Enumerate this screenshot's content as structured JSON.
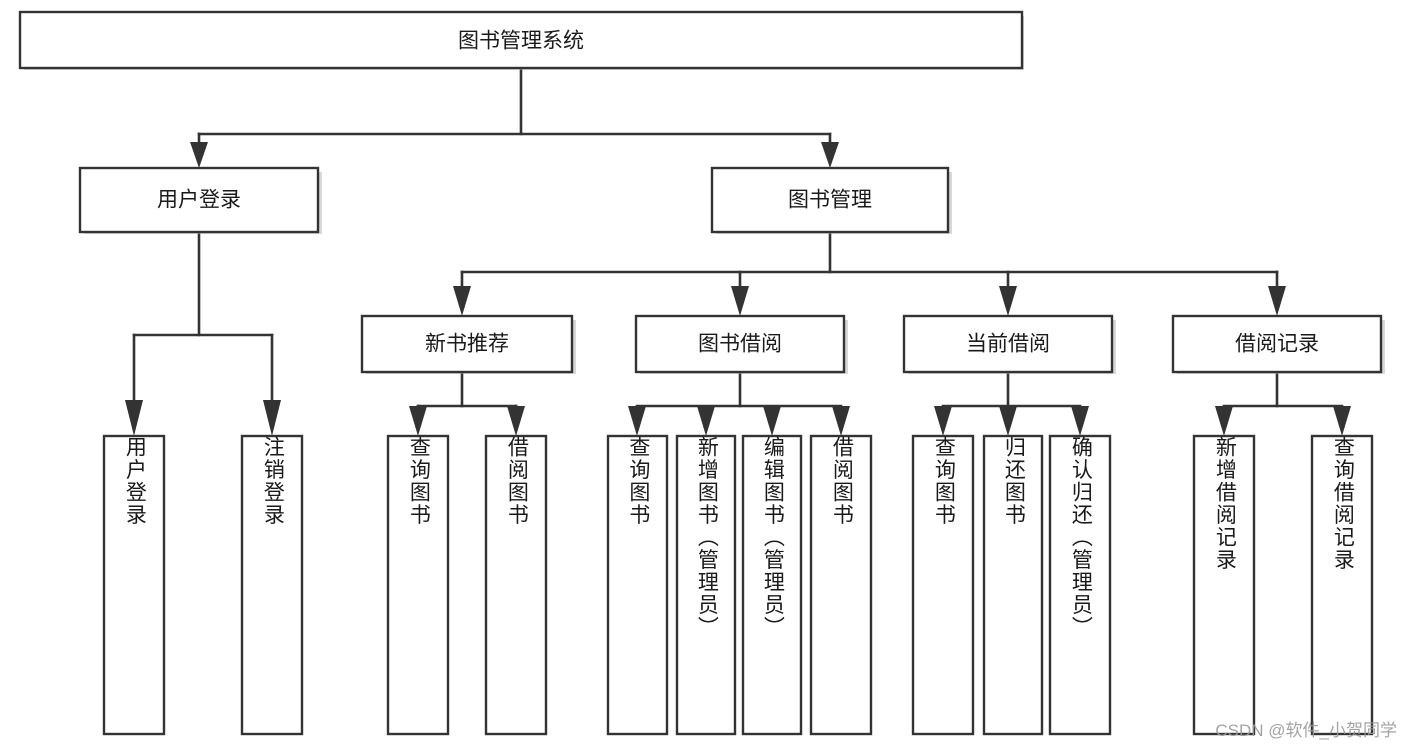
{
  "diagram": {
    "type": "tree",
    "title": "图书管理系统",
    "root": {
      "id": "root",
      "label": "图书管理系统",
      "orientation": "horizontal"
    },
    "level1": [
      {
        "id": "user-login",
        "label": "用户登录",
        "orientation": "horizontal"
      },
      {
        "id": "book-manage",
        "label": "图书管理",
        "orientation": "horizontal"
      }
    ],
    "level2": [
      {
        "id": "new-book-recommend",
        "label": "新书推荐",
        "orientation": "horizontal",
        "parent": "book-manage"
      },
      {
        "id": "book-borrow",
        "label": "图书借阅",
        "orientation": "horizontal",
        "parent": "book-manage"
      },
      {
        "id": "current-borrow",
        "label": "当前借阅",
        "orientation": "horizontal",
        "parent": "book-manage"
      },
      {
        "id": "borrow-record",
        "label": "借阅记录",
        "orientation": "horizontal",
        "parent": "book-manage"
      }
    ],
    "leaves": [
      {
        "id": "leaf-user-login",
        "label": "用户登录",
        "orientation": "vertical",
        "parent": "user-login"
      },
      {
        "id": "leaf-logout-login",
        "label": "注销登录",
        "orientation": "vertical",
        "parent": "user-login"
      },
      {
        "id": "leaf-query-book-1",
        "label": "查询图书",
        "orientation": "vertical",
        "parent": "new-book-recommend"
      },
      {
        "id": "leaf-borrow-book-1",
        "label": "借阅图书",
        "orientation": "vertical",
        "parent": "new-book-recommend"
      },
      {
        "id": "leaf-query-book-2",
        "label": "查询图书",
        "orientation": "vertical",
        "parent": "book-borrow"
      },
      {
        "id": "leaf-add-book",
        "label": "新增图书（管理员）",
        "orientation": "vertical",
        "parent": "book-borrow"
      },
      {
        "id": "leaf-edit-book",
        "label": "编辑图书（管理员）",
        "orientation": "vertical",
        "parent": "book-borrow"
      },
      {
        "id": "leaf-borrow-book-2",
        "label": "借阅图书",
        "orientation": "vertical",
        "parent": "book-borrow"
      },
      {
        "id": "leaf-query-book-3",
        "label": "查询图书",
        "orientation": "vertical",
        "parent": "current-borrow"
      },
      {
        "id": "leaf-return-book",
        "label": "归还图书",
        "orientation": "vertical",
        "parent": "current-borrow"
      },
      {
        "id": "leaf-confirm-return",
        "label": "确认归还（管理员）",
        "orientation": "vertical",
        "parent": "current-borrow"
      },
      {
        "id": "leaf-add-record",
        "label": "新增借阅记录",
        "orientation": "vertical",
        "parent": "borrow-record"
      },
      {
        "id": "leaf-query-record",
        "label": "查询借阅记录",
        "orientation": "vertical",
        "parent": "borrow-record"
      }
    ]
  },
  "watermark": {
    "text": "CSDN @软件_小贺同学"
  },
  "colors": {
    "box_stroke": "#333333",
    "box_fill": "#ffffff",
    "connector": "#333333",
    "text": "#1a1a1a",
    "watermark": "#9a9a9a",
    "background": "#ffffff"
  }
}
